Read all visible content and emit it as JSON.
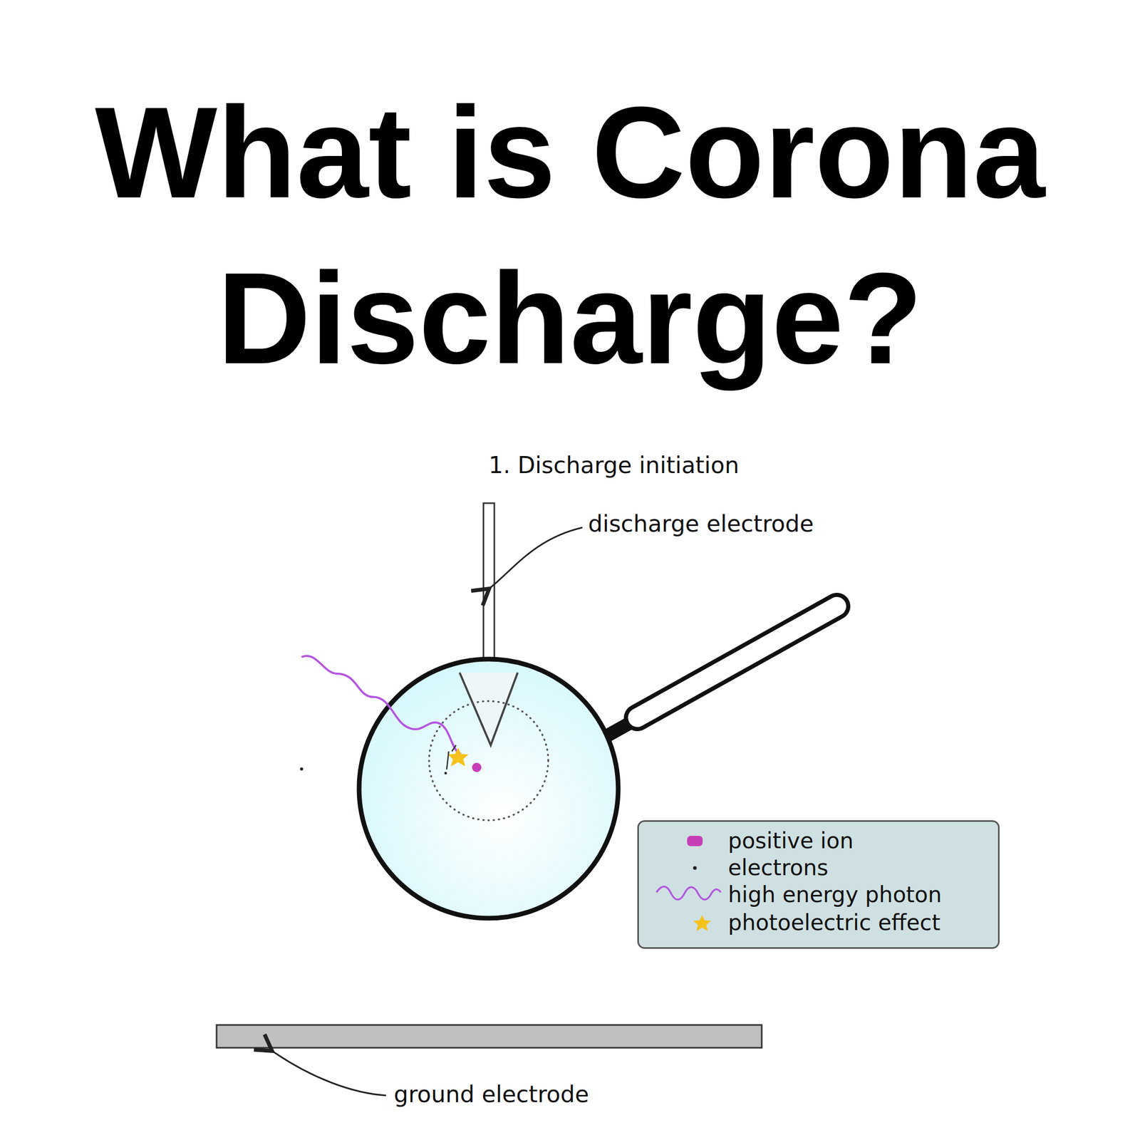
{
  "diagram": {
    "title": "What is Corona Discharge?",
    "labels": [
      "1. Discharge initiation",
      "discharge electrode",
      "ground electrode"
    ],
    "legend": [
      {
        "text": "positive ion",
        "color": "#c63fb6"
      },
      {
        "text": "electrons"
      },
      {
        "text": "high energy photon"
      },
      {
        "text": "photoelectric effect"
      }
    ]
  }
}
